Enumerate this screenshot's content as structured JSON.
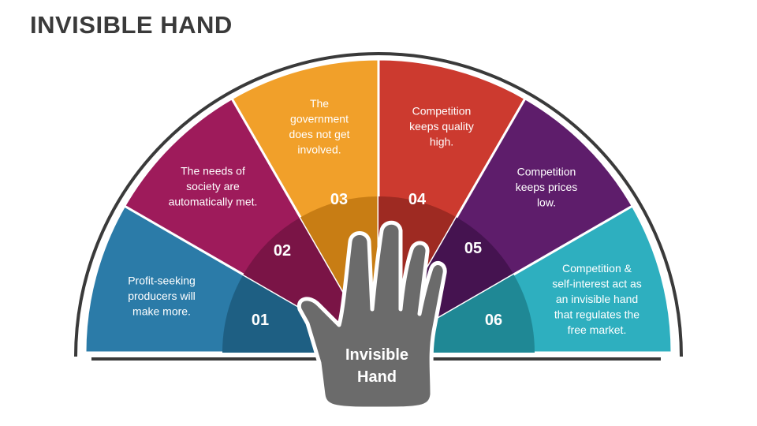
{
  "title": "INVISIBLE HAND",
  "center_label": [
    "Invisible",
    "Hand"
  ],
  "segments": [
    {
      "number": "01",
      "text": [
        "Profit-seeking",
        "producers will",
        "make more."
      ],
      "color": "#2B7BA8",
      "inner": "#1E5F83"
    },
    {
      "number": "02",
      "text": [
        "The needs of",
        "society are",
        "automatically met."
      ],
      "color": "#9E1B5B",
      "inner": "#7A1446"
    },
    {
      "number": "03",
      "text": [
        "The",
        "government",
        "does not get",
        "involved."
      ],
      "color": "#F1A02A",
      "inner": "#C87D14"
    },
    {
      "number": "04",
      "text": [
        "Competition",
        "keeps quality",
        "high."
      ],
      "color": "#CC3A2F",
      "inner": "#9E2A22"
    },
    {
      "number": "05",
      "text": [
        "Competition",
        "keeps prices",
        "low."
      ],
      "color": "#5E1D6B",
      "inner": "#451350"
    },
    {
      "number": "06",
      "text": [
        "Competition &",
        "self-interest act as",
        "an invisible hand",
        "that regulates the",
        "free market."
      ],
      "color": "#2EAFBF",
      "inner": "#1F8895"
    }
  ],
  "colors": {
    "arc": "#3a3a3a",
    "hand": "#6b6b6b",
    "hand_outline": "#ffffff"
  }
}
